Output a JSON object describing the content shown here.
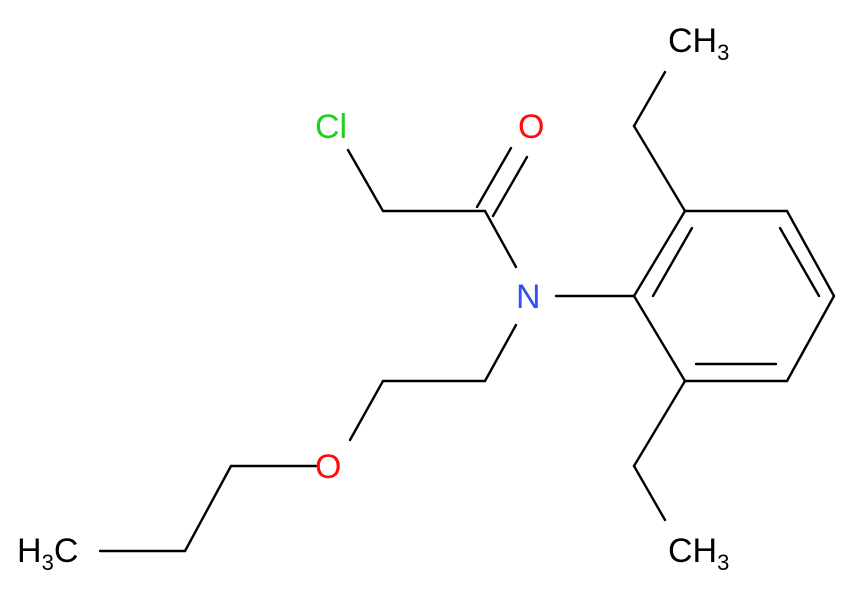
{
  "molecule": {
    "atoms": {
      "cl": {
        "text": "Cl",
        "color": "#1FD01F"
      },
      "o_carbonyl": {
        "text": "O",
        "color": "#FF0D0D"
      },
      "n": {
        "text": "N",
        "color": "#3050F8"
      },
      "o_ether": {
        "text": "O",
        "color": "#FF0D0D"
      },
      "ch3_top": {
        "main": "CH",
        "sub": "3",
        "color": "#000000"
      },
      "ch3_bottom": {
        "main": "CH",
        "sub": "3",
        "color": "#000000"
      },
      "h3c_left": {
        "h": "H",
        "sub": "3",
        "c": "C",
        "color": "#000000"
      }
    },
    "bond_color": "#000000"
  }
}
